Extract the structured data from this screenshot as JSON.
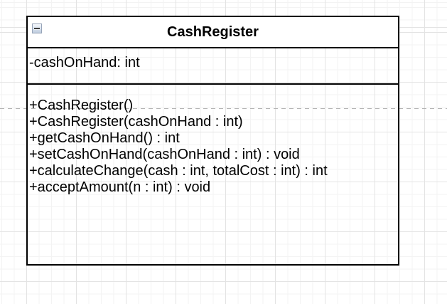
{
  "theme": {
    "canvas_bg": "#ffffff",
    "grid_minor": "#f3f3f3",
    "grid_major": "#e3e3e3",
    "page_break": "#b3b3b3",
    "class_border": "#000000",
    "header_fill": "#ffffff",
    "text": "#000000",
    "collapse_fill_top": "#f5f8fc",
    "collapse_fill_bottom": "#bfccde",
    "collapse_border": "#97a4b8"
  },
  "uml_class": {
    "title": "CashRegister",
    "collapse_icon": "minus-icon",
    "attributes": [
      "-cashOnHand: int"
    ],
    "methods": [
      "+CashRegister()",
      "+CashRegister(cashOnHand : int)",
      "+getCashOnHand() : int",
      "+setCashOnHand(cashOnHand : int) : void",
      "+calculateChange(cash : int, totalCost : int) : int",
      "+acceptAmount(n : int) : void"
    ]
  }
}
